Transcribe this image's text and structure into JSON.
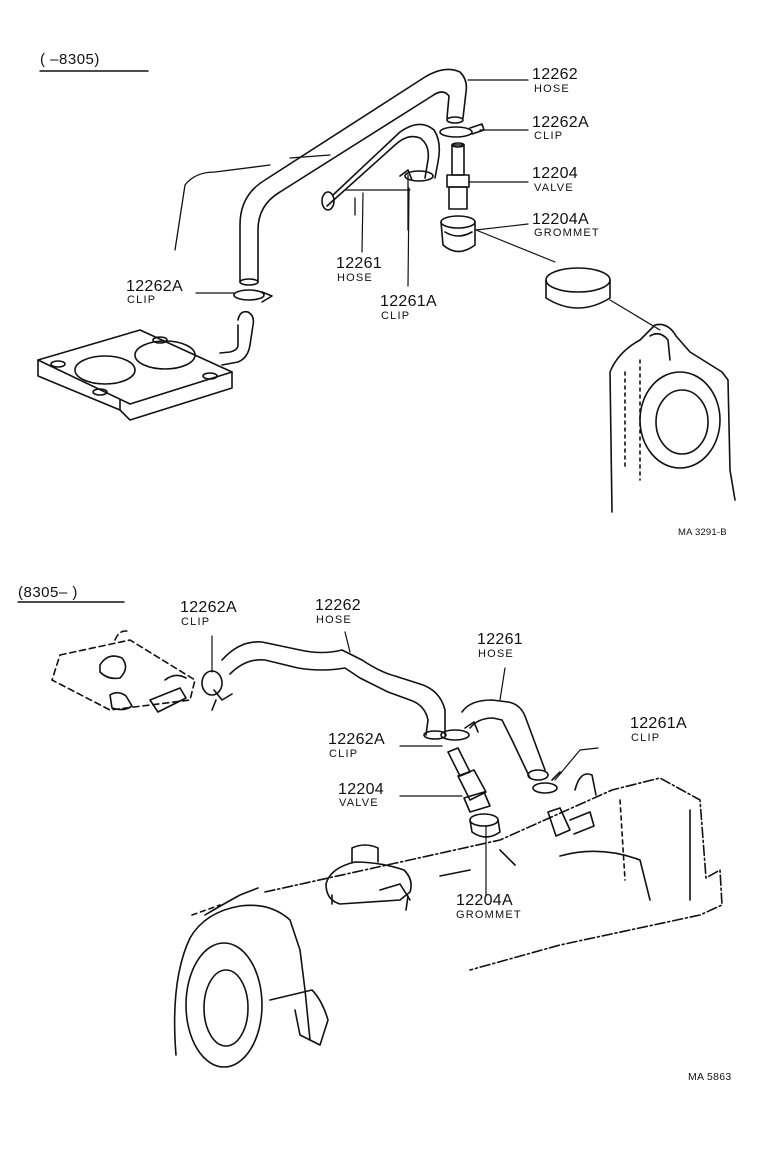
{
  "top": {
    "range": "(        –8305)",
    "labels": [
      {
        "num": "12262",
        "name": "HOSE"
      },
      {
        "num": "12262A",
        "name": "CLIP"
      },
      {
        "num": "12204",
        "name": "VALVE"
      },
      {
        "num": "12204A",
        "name": "GROMMET"
      },
      {
        "num": "12261",
        "name": "HOSE"
      },
      {
        "num": "12261A",
        "name": "CLIP"
      },
      {
        "num": "12262A",
        "name": "CLIP"
      }
    ],
    "code": "MA 3291-B"
  },
  "bottom": {
    "range": "(8305–        )",
    "labels": [
      {
        "num": "12262A",
        "name": "CLIP"
      },
      {
        "num": "12262",
        "name": "HOSE"
      },
      {
        "num": "12261",
        "name": "HOSE"
      },
      {
        "num": "12262A",
        "name": "CLIP"
      },
      {
        "num": "12261A",
        "name": "CLIP"
      },
      {
        "num": "12204",
        "name": "VALVE"
      },
      {
        "num": "12204A",
        "name": "GROMMET"
      }
    ],
    "code": "MA 5863"
  }
}
